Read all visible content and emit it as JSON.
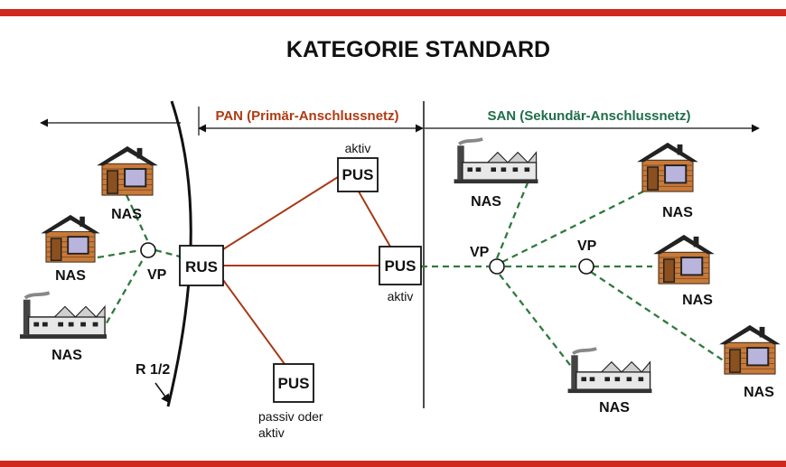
{
  "title": "KATEGORIE  STANDARD",
  "sections": {
    "pan": "PAN (Primär-Anschlussnetz)",
    "san": "SAN (Sekundär-Anschlussnetz)"
  },
  "labels": {
    "nas": "NAS",
    "vp": "VP",
    "rus": "RUS",
    "pus": "PUS",
    "aktiv": "aktiv",
    "passiv_line1": "passiv oder",
    "passiv_line2": "aktiv",
    "r12": "R 1/2"
  },
  "colors": {
    "frame_red": "#d0281c",
    "pan_text": "#b03a10",
    "san_text": "#1f6e4a",
    "link_red": "#a83a18",
    "link_green": "#2f7a3d",
    "house_wood": "#c77a3a",
    "house_roof": "#222222",
    "house_window": "#b9b4dc"
  }
}
